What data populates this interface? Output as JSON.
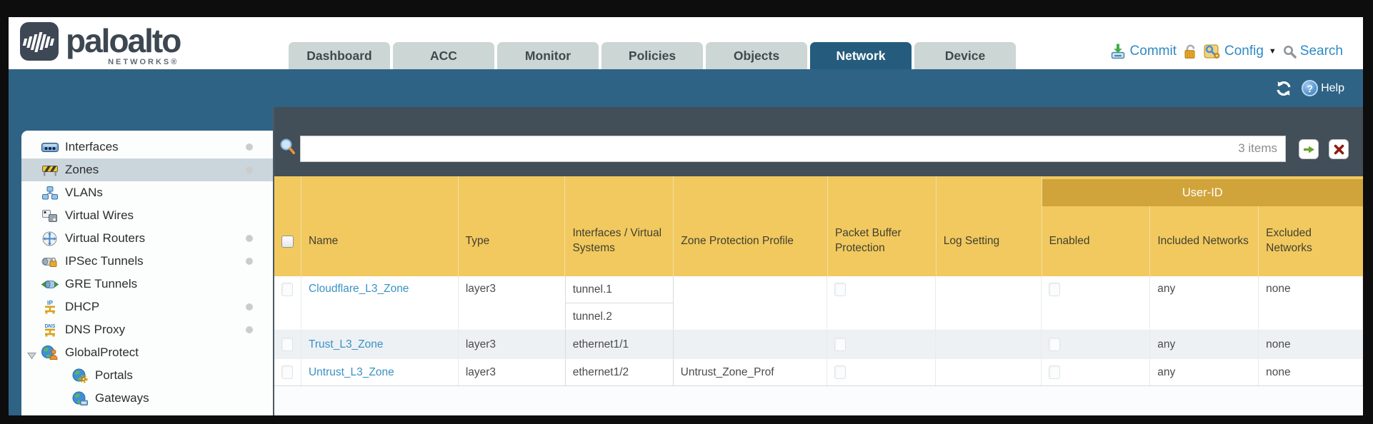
{
  "brand": {
    "name": "paloalto",
    "sub": "NETWORKS®"
  },
  "tabs": [
    {
      "label": "Dashboard",
      "active": false
    },
    {
      "label": "ACC",
      "active": false
    },
    {
      "label": "Monitor",
      "active": false
    },
    {
      "label": "Policies",
      "active": false
    },
    {
      "label": "Objects",
      "active": false
    },
    {
      "label": "Network",
      "active": true
    },
    {
      "label": "Device",
      "active": false
    }
  ],
  "actions": {
    "commit": "Commit",
    "config": "Config",
    "search": "Search"
  },
  "toolbar": {
    "help": "Help"
  },
  "filter": {
    "value": "",
    "count": "3 items"
  },
  "sidebar": {
    "items": [
      {
        "label": "Interfaces",
        "icon": "interfaces-icon",
        "dot": true,
        "selected": false
      },
      {
        "label": "Zones",
        "icon": "zones-icon",
        "dot": true,
        "selected": true
      },
      {
        "label": "VLANs",
        "icon": "vlans-icon",
        "dot": false,
        "selected": false
      },
      {
        "label": "Virtual Wires",
        "icon": "virtual-wires-icon",
        "dot": false,
        "selected": false
      },
      {
        "label": "Virtual Routers",
        "icon": "virtual-routers-icon",
        "dot": true,
        "selected": false
      },
      {
        "label": "IPSec Tunnels",
        "icon": "ipsec-tunnels-icon",
        "dot": true,
        "selected": false
      },
      {
        "label": "GRE Tunnels",
        "icon": "gre-tunnels-icon",
        "dot": false,
        "selected": false
      },
      {
        "label": "DHCP",
        "icon": "dhcp-icon",
        "dot": true,
        "selected": false
      },
      {
        "label": "DNS Proxy",
        "icon": "dns-proxy-icon",
        "dot": true,
        "selected": false
      },
      {
        "label": "GlobalProtect",
        "icon": "globalprotect-icon",
        "dot": false,
        "selected": false,
        "expanded": true
      },
      {
        "label": "Portals",
        "icon": "portals-icon",
        "dot": false,
        "selected": false,
        "indent": 1
      },
      {
        "label": "Gateways",
        "icon": "gateways-icon",
        "dot": false,
        "selected": false,
        "indent": 1
      }
    ]
  },
  "table": {
    "group_header": "User-ID",
    "columns": [
      "",
      "Name",
      "Type",
      "Interfaces / Virtual Systems",
      "Zone Protection Profile",
      "Packet Buffer Protection",
      "Log Setting",
      "Enabled",
      "Included Networks",
      "Excluded Networks"
    ],
    "rows": [
      {
        "name": "Cloudflare_L3_Zone",
        "type": "layer3",
        "interfaces": [
          "tunnel.1",
          "tunnel.2"
        ],
        "zone_protection_profile": "",
        "packet_buffer_protection": false,
        "log_setting": "",
        "user_id_enabled": false,
        "included_networks": "any",
        "excluded_networks": "none"
      },
      {
        "name": "Trust_L3_Zone",
        "type": "layer3",
        "interfaces": [
          "ethernet1/1"
        ],
        "zone_protection_profile": "",
        "packet_buffer_protection": false,
        "log_setting": "",
        "user_id_enabled": false,
        "included_networks": "any",
        "excluded_networks": "none"
      },
      {
        "name": "Untrust_L3_Zone",
        "type": "layer3",
        "interfaces": [
          "ethernet1/2"
        ],
        "zone_protection_profile": "Untrust_Zone_Prof",
        "packet_buffer_protection": false,
        "log_setting": "",
        "user_id_enabled": false,
        "included_networks": "any",
        "excluded_networks": "none"
      }
    ]
  },
  "colors": {
    "accent_teal": "#2f6386",
    "table_header": "#f1c95f",
    "user_id_band": "#d0a43a",
    "link": "#3a92c5"
  }
}
